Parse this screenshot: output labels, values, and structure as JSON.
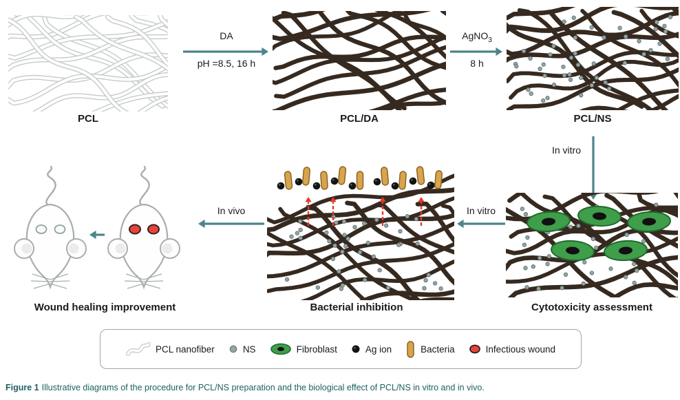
{
  "colors": {
    "arrow_teal": "#4c8489",
    "fiber_dark": "#362a20",
    "pcl_fiber_outline": "#c5cacb",
    "ns_particle_fill": "#95a6a7",
    "ns_particle_edge": "#5e7071",
    "fibroblast_green": "#3f9e49",
    "fibroblast_edge": "#1f6b2b",
    "bacteria_tan": "#d8a44e",
    "bacteria_edge": "#8a6420",
    "ag_ion_black": "#141414",
    "wound_red": "#e8453a",
    "red_arrow": "#e8392b",
    "mouse_outline": "#a9adad",
    "caption_teal": "#1d5f63"
  },
  "steps": {
    "pcl": {
      "label": "PCL"
    },
    "pclda": {
      "label": "PCL/DA"
    },
    "pclns": {
      "label": "PCL/NS"
    }
  },
  "arrows": {
    "da": {
      "top": "DA",
      "bottom": "pH =8.5, 16 h"
    },
    "agno3": {
      "top_main": "AgNO",
      "top_sub": "3",
      "bottom": "8 h"
    },
    "invitro_down": "In vitro",
    "invitro_left": "In vitro",
    "invivo_left": "In vivo"
  },
  "outcomes": {
    "wound": "Wound healing improvement",
    "bacteria": "Bacterial inhibition",
    "cyto": "Cytotoxicity assessment"
  },
  "legend": {
    "items": [
      {
        "label": "PCL nanofiber"
      },
      {
        "label": "NS"
      },
      {
        "label": "Fibroblast"
      },
      {
        "label": "Ag ion"
      },
      {
        "label": "Bacteria"
      },
      {
        "label": "Infectious wound"
      }
    ]
  },
  "caption": {
    "prefix": "Figure 1",
    "text": "Illustrative diagrams of the procedure for PCL/NS preparation and the biological effect of PCL/NS in vitro and in vivo."
  }
}
